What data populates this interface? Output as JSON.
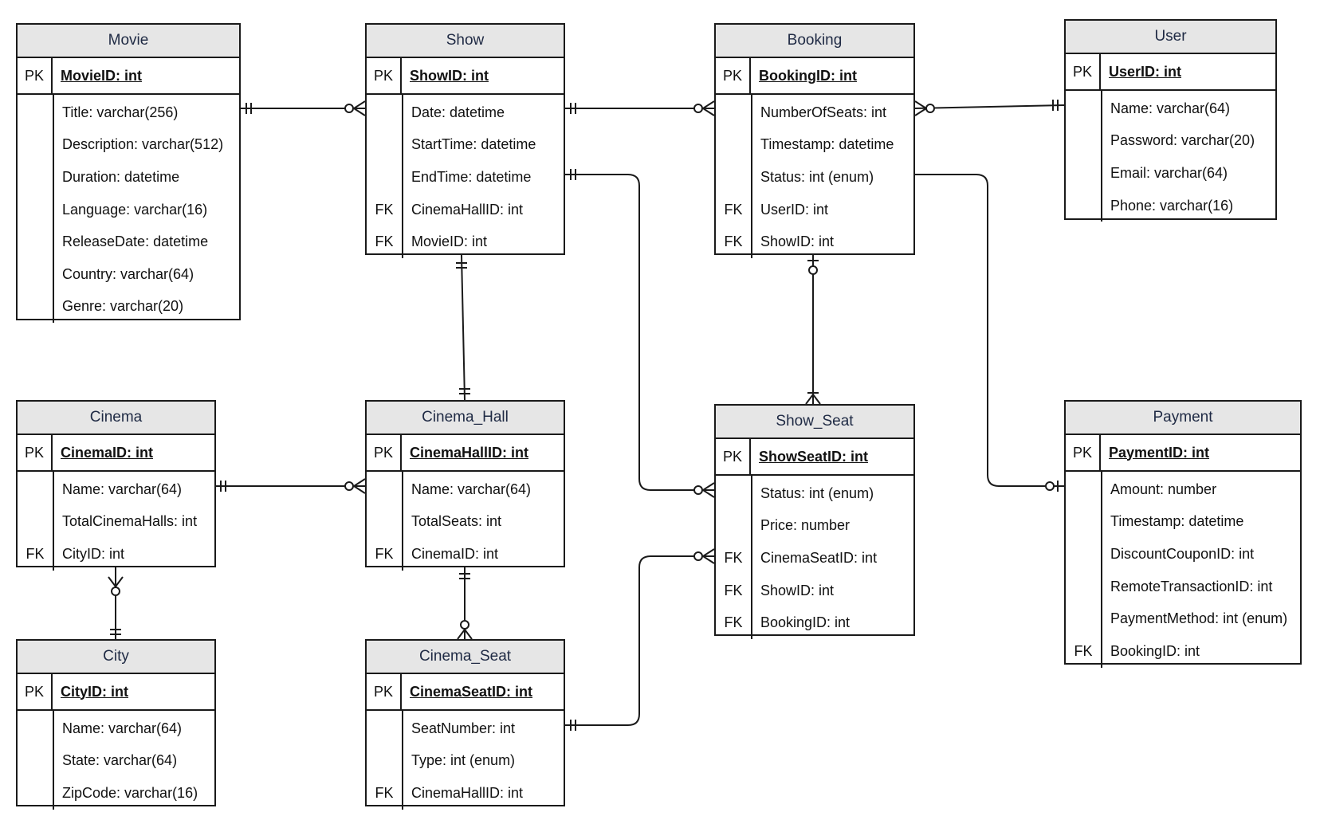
{
  "entities": {
    "movie": {
      "title": "Movie",
      "pk_label": "PK",
      "pk_field": "MovieID: int",
      "fields": [
        {
          "key": "",
          "name": "Title: varchar(256)"
        },
        {
          "key": "",
          "name": "Description: varchar(512)"
        },
        {
          "key": "",
          "name": "Duration: datetime"
        },
        {
          "key": "",
          "name": "Language: varchar(16)"
        },
        {
          "key": "",
          "name": "ReleaseDate: datetime"
        },
        {
          "key": "",
          "name": "Country: varchar(64)"
        },
        {
          "key": "",
          "name": "Genre: varchar(20)"
        }
      ]
    },
    "show": {
      "title": "Show",
      "pk_label": "PK",
      "pk_field": "ShowID: int",
      "fields": [
        {
          "key": "",
          "name": "Date: datetime"
        },
        {
          "key": "",
          "name": "StartTime: datetime"
        },
        {
          "key": "",
          "name": "EndTime: datetime"
        },
        {
          "key": "FK",
          "name": "CinemaHallID: int"
        },
        {
          "key": "FK",
          "name": "MovieID: int"
        }
      ]
    },
    "booking": {
      "title": "Booking",
      "pk_label": "PK",
      "pk_field": "BookingID: int",
      "fields": [
        {
          "key": "",
          "name": "NumberOfSeats: int"
        },
        {
          "key": "",
          "name": "Timestamp: datetime"
        },
        {
          "key": "",
          "name": "Status: int (enum)"
        },
        {
          "key": "FK",
          "name": "UserID: int"
        },
        {
          "key": "FK",
          "name": "ShowID: int"
        }
      ]
    },
    "user": {
      "title": "User",
      "pk_label": "PK",
      "pk_field": "UserID: int",
      "fields": [
        {
          "key": "",
          "name": "Name: varchar(64)"
        },
        {
          "key": "",
          "name": "Password: varchar(20)"
        },
        {
          "key": "",
          "name": "Email: varchar(64)"
        },
        {
          "key": "",
          "name": "Phone: varchar(16)"
        }
      ]
    },
    "cinema": {
      "title": "Cinema",
      "pk_label": "PK",
      "pk_field": "CinemaID: int",
      "fields": [
        {
          "key": "",
          "name": "Name: varchar(64)"
        },
        {
          "key": "",
          "name": "TotalCinemaHalls: int"
        },
        {
          "key": "FK",
          "name": "CityID: int"
        }
      ]
    },
    "cinema_hall": {
      "title": "Cinema_Hall",
      "pk_label": "PK",
      "pk_field": "CinemaHallID: int",
      "fields": [
        {
          "key": "",
          "name": "Name: varchar(64)"
        },
        {
          "key": "",
          "name": "TotalSeats: int"
        },
        {
          "key": "FK",
          "name": "CinemaID: int"
        }
      ]
    },
    "show_seat": {
      "title": "Show_Seat",
      "pk_label": "PK",
      "pk_field": "ShowSeatID: int",
      "fields": [
        {
          "key": "",
          "name": "Status: int (enum)"
        },
        {
          "key": "",
          "name": "Price: number"
        },
        {
          "key": "FK",
          "name": "CinemaSeatID: int"
        },
        {
          "key": "FK",
          "name": "ShowID: int"
        },
        {
          "key": "FK",
          "name": "BookingID: int"
        }
      ]
    },
    "payment": {
      "title": "Payment",
      "pk_label": "PK",
      "pk_field": "PaymentID: int",
      "fields": [
        {
          "key": "",
          "name": "Amount: number"
        },
        {
          "key": "",
          "name": "Timestamp: datetime"
        },
        {
          "key": "",
          "name": "DiscountCouponID: int"
        },
        {
          "key": "",
          "name": "RemoteTransactionID: int"
        },
        {
          "key": "",
          "name": "PaymentMethod: int (enum)"
        },
        {
          "key": "FK",
          "name": "BookingID: int"
        }
      ]
    },
    "city": {
      "title": "City",
      "pk_label": "PK",
      "pk_field": "CityID: int",
      "fields": [
        {
          "key": "",
          "name": "Name: varchar(64)"
        },
        {
          "key": "",
          "name": "State: varchar(64)"
        },
        {
          "key": "",
          "name": "ZipCode: varchar(16)"
        }
      ]
    },
    "cinema_seat": {
      "title": "Cinema_Seat",
      "pk_label": "PK",
      "pk_field": "CinemaSeatID: int",
      "fields": [
        {
          "key": "",
          "name": "SeatNumber: int"
        },
        {
          "key": "",
          "name": "Type: int (enum)"
        },
        {
          "key": "FK",
          "name": "CinemaHallID: int"
        }
      ]
    }
  },
  "colors": {
    "header_fill": "#e6e6e6",
    "border": "#1a1a1a",
    "title_text": "#1f2a44"
  }
}
